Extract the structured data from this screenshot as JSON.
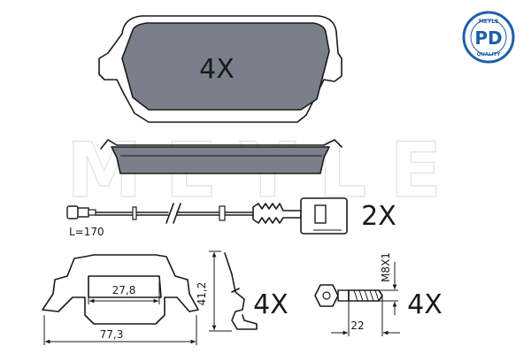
{
  "watermark": "MEYLE",
  "badge": {
    "code": "PD",
    "top_text": "MEYLE",
    "bottom_text": "QUALITY",
    "color": "#1f5fa8"
  },
  "pad": {
    "quantity_label": "4X",
    "fill_color": "#7a8089"
  },
  "wear_sensor": {
    "quantity_label": "2X",
    "length_label": "L=170"
  },
  "clip": {
    "quantity_label": "4X",
    "width_label": "27,8",
    "overall_label": "77,3",
    "height_label": "41,2"
  },
  "bolt": {
    "quantity_label": "4X",
    "thread_label": "M8X1",
    "length_label": "22"
  }
}
